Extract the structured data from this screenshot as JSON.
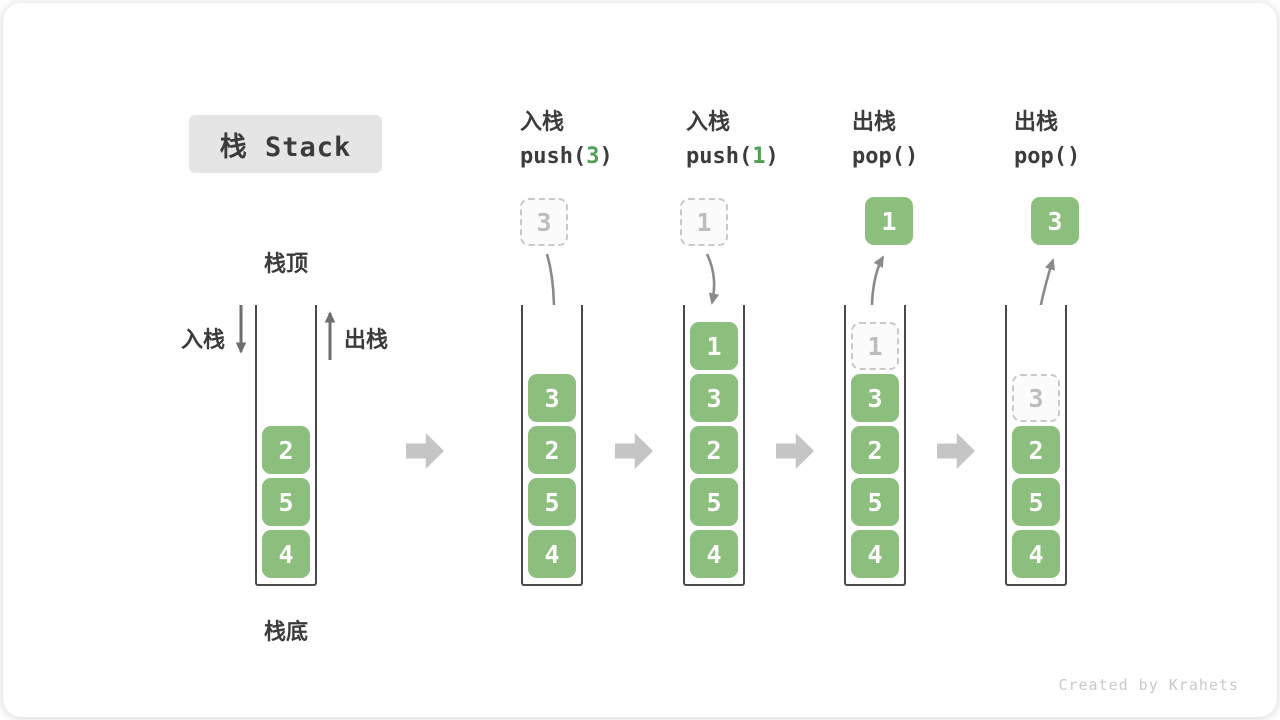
{
  "page": {
    "title": "栈 Stack",
    "watermark": "Created by Krahets"
  },
  "legend": {
    "stack_top": "栈顶",
    "stack_bottom": "栈底",
    "push_in": "入栈",
    "pop_out": "出栈"
  },
  "headers": [
    {
      "op": "入栈",
      "code_pre": "push(",
      "code_arg": "3",
      "code_post": ")"
    },
    {
      "op": "入栈",
      "code_pre": "push(",
      "code_arg": "1",
      "code_post": ")"
    },
    {
      "op": "出栈",
      "code_pre": "pop(",
      "code_arg": "",
      "code_post": ")"
    },
    {
      "op": "出栈",
      "code_pre": "pop(",
      "code_arg": "",
      "code_post": ")"
    }
  ],
  "stacks": [
    {
      "name": "initial",
      "values": [
        "2",
        "5",
        "4"
      ]
    },
    {
      "name": "after-push-3",
      "values": [
        "3",
        "2",
        "5",
        "4"
      ],
      "floating": "3"
    },
    {
      "name": "after-push-1",
      "values": [
        "1",
        "3",
        "2",
        "5",
        "4"
      ],
      "floating": "1"
    },
    {
      "name": "after-pop-1",
      "values": [
        "3",
        "2",
        "5",
        "4"
      ],
      "ghost": "1",
      "floating": "1"
    },
    {
      "name": "after-pop-3",
      "values": [
        "2",
        "5",
        "4"
      ],
      "ghost": "3",
      "floating": "3"
    }
  ],
  "colors": {
    "box_green": "#8cbe7d",
    "arg_green": "#4fa052",
    "title_bg": "#e5e5e5",
    "curve_arrow": "#8a8a8a",
    "straight_arrow": "#6e6e6e",
    "block_arrow": "#c5c5c5",
    "ghost_border": "#c9c9c9",
    "text_dark": "#3c3c3c"
  }
}
